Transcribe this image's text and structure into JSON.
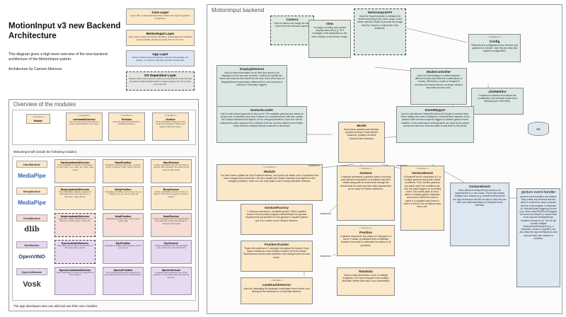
{
  "header": {
    "title": "MotionInput v3 new Backend Architecture",
    "desc": "This diagram gives a high-level overview of the new backend architecture of the MotionInput system.",
    "author": "Architecture by Carmen Meinson"
  },
  "legend": [
    {
      "title": "Core Layer",
      "desc": "Layer with no dependencies that contains the logic for gesture recognition.",
      "color": "#fbe8c8"
    },
    {
      "title": "MotionInput Layer",
      "desc": "Layer that contains all specific Modules, GestureEvents, Handlers and everything needed to setup and run the core.",
      "color": "#fbe8c8"
    },
    {
      "title": "App Layer",
      "desc": "Classes that the App developers using the MI package can replace or extend to add their specific functionality.",
      "color": "#dde7f3"
    },
    {
      "title": "OS Dependent Layer",
      "desc": "Classes with a hard system outline are dependent on the OS and should be replaced/edited when creating support for the system on a new OS.",
      "color": "#e5e5e5"
    }
  ],
  "overview": {
    "title": "Overview of the modules",
    "headers": [
      {
        "st": "<<interface>>",
        "name": "Module",
        "desc": ""
      },
      {
        "st": "<<interface>>",
        "name": "LandmarkDetector",
        "desc": "Uses an open-source ML library to detect landmarks from the frame."
      },
      {
        "st": "<<interface>>",
        "name": "Position",
        "desc": "Uses the detected landmarks to calculate primitives."
      },
      {
        "st": "<<interface>>",
        "name": "Gesture",
        "desc": "Stores all Position instances of the body part through the frames the Gesture has been active."
      }
    ],
    "includes": "MotionInput will include the following modules:",
    "rows": [
      {
        "module": "HandModule",
        "logo": "MediaPipe",
        "detector": "HandLandmarkDetector",
        "detector_desc": "Uses MediaPipe to detect 21 landmarks on each hand. (e.g. index_tip / pinky_base / wrist)",
        "position": "HandPosition",
        "position_desc": "Calculates primitives like index_pinched / thumb_stretched / palm_facing_camera",
        "gesture": "HandGesture",
        "gesture_desc": "Further calculations like the raw data of how far hand travelled / the speed of the hand in each frame"
      },
      {
        "module": "BodyModule",
        "logo": "MediaPipe",
        "detector": "BodyLandmarkDetector",
        "detector_desc": "Uses MediaPipe Holistic to detect 33 landmarks across the full body (e.g. left_knee / right_elbow)",
        "position": "BodyPosition",
        "position_desc": "Calculates primitives such as arm_left_up / walking_left_up / punch_right_up",
        "gesture": "BodyGesture",
        "gesture_desc": "Further calculations like the number of frames or the time the gesture has been held for"
      },
      {
        "module": "HeadModule",
        "logo": "dlib",
        "detector": "HeadLandmarkDetector",
        "detector_desc": "Uses Dlib to detect 68 landmarks on a face (e.g. mouth_upper / nose_tip)",
        "position": "HeadPosition",
        "position_desc": "Calculates primitives like mouth_open / eyes_close",
        "gesture": "HeadGesture",
        "gesture_desc": "Further calculations like the total distance the head has moved / the change of direction of the head"
      },
      {
        "module": "EyeModule",
        "logo": "OpenVINO",
        "detector": "EyeLandmarkDetector",
        "detector_desc": "Uses OpenVino to detect the direction of the gaze (gaze_vector)",
        "position": "EyePosition",
        "position_desc": "Calculates primitives such as gaze vector / eye_left_up",
        "gesture": "EyeGesture",
        "gesture_desc": "Further calculations like the averaged gaze of the user over last frames"
      },
      {
        "module": "SpeechModule",
        "logo": "Vosk",
        "detector": "SpeechLandmarkDetector",
        "detector_desc": "Uses Vosk library in order to recognize the user's speech",
        "position": "SpeechPosition",
        "position_desc": "From the detected speech searches for the particular phrases we are interested in.",
        "gesture": "SpeechGesture",
        "gesture_desc": "A gesture here represents one of the phrases or commands being just said by the user."
      }
    ],
    "footer": "The app developers also can add and use their own modules"
  },
  "backend": {
    "title": "MotionInput backend",
    "boxes": {
      "camera": {
        "st": "",
        "name": "Camera",
        "desc": "Used to retrieve the image for each frame from the selected camera."
      },
      "view": {
        "st": "",
        "name": "View",
        "desc": "In charge of adding any needed Display elements (e.g. ROI rectangle or the landmarks on the user's hands) to each frame image."
      },
      "miapi": {
        "st": "",
        "name": "MotionInputAPI",
        "desc": "Uses the ModeController to initialize the Model according to the user's setup. Each frame uses the Model to process the image from the Camera. Controls the View instances."
      },
      "config": {
        "st": "<<Singleton>>",
        "name": "Config",
        "desc": "Retrieves the configuration from the files and updates it is needed. Used by any class that requires configuration."
      },
      "modectl": {
        "st": "",
        "name": "ModeController",
        "desc": "Uses the EventMapper to switch between different modes (aka different combinations of events). Whenever a mode is changed it removes the events that are no longer needed and adds the new ones."
      },
      "display": {
        "st": "",
        "name": "DisplayElement",
        "desc": "Used to store information for an item that needs to be displayed on the user and contains a method to update the frame and draw the item itself into the view. Each child class of DisplayElement represents a different item, such as Area of Interest or Extremity Triggers."
      },
      "json": {
        "st": "",
        "name": "JSONEditor",
        "desc": "Provides an interface that allows the modification and retrieval of data from MotionInput's JSON files."
      },
      "db": {
        "name": "DB"
      },
      "gloader": {
        "st": "",
        "name": "GestureLoader",
        "desc": "Used to add desired gestures to the model. The available gestures are stored as simple sets of primitives and each Gesture for a specific frame. Will then update the Gesture factories that depend on the changed primitives. Each one can be instructed to add a gesture from a Module that has not been added to the Model. It also adds the needed Module instances to the Model."
      },
      "evmapper": {
        "st": "",
        "name": "EventMapper",
        "desc": "Used to add desired GestureEvents to the Model or remove them. When adding the event it initializes a GestureEvent instance of the desired class and also maps its triggers to desired gesture event handlers. It also determines what gestures are used by the added events and uses the GestureLoader to add them to the Model."
      },
      "model": {
        "st": "",
        "name": "Model",
        "desc": "Each frame updates each Module, updates all active GestureEvent instances, updates all active GestureEvent instances."
      },
      "module": {
        "st": "<<interface>>",
        "name": "Module",
        "desc": "For each frame updates all of its PositionTrackers, from which we obtain a set of primitives that have changed since last frame. We then update the Gesture factories that depend on the changed primitives. Each one can may obtain a set of newly activated Gestures."
      },
      "gesture": {
        "st": "<<interface>>",
        "name": "Gesture",
        "desc": "1 instance represents a specific state of the body part (derived combination of primitives and their states) along with its movements through the frames that the state has been held (represented as an array of Position instances)."
      },
      "gevent": {
        "st": "<<interface>>",
        "name": "GestureEvent",
        "desc": "A GestureEvent is comprised of 1 or multiple gestures along with further conditions. If the needed gestures are active and if the conditions are met, the class triggers an according event. The events state is set to active if needed gesture instances are present. While the event is active it is updated each frame in order to check if the conditions have been met."
      },
      "gfactory": {
        "st": "",
        "name": "GestureFactory",
        "desc": "1 instance represents 1 available gesture. When updated checks if the provided bodypart position/status the gesture requirements (all primitives of the gesture in required states) and if so creates a new Gesture instance."
      },
      "position": {
        "st": "<<interface>>",
        "name": "Position",
        "desc": "1 instance represents the shape of 1 bodypart in 1 frame. Position is initialized with a RawData instance from which it calculates the states of all primitives."
      },
      "ptracker": {
        "st": "",
        "name": "PositionTracker",
        "desc": "Tracks the positions of 1 bodypart throughout the frames. Each frame constructs a new Position instance from the frames RawData and checks what primitives had changed since the last frame."
      },
      "rawdata": {
        "st": "",
        "name": "RawData",
        "desc": "Class to store landmarks of one or multiple bodyparts. (For each bodypart it has multiple landmark names that map to xyz coordinates)"
      },
      "ldetector": {
        "st": "<<interface>>",
        "name": "LandmarkDetector",
        "desc": "Used for calculating the landmark coordinates from a frame, and storing all the landmarks in a RawData instance."
      },
      "geventbig": {
        "st": "",
        "name": "GestureEvent",
        "desc": "Each different GestureEvent needs to be implemented in a new Class. The kit will contain multiple such classes (e.g. IndexPinchEvent) but the app developers will also be able to add and use their own implementations of GestureEvents interface"
      },
      "handler": {
        "st": "",
        "name": "gesture event handler",
        "desc": "gesture event handlers are classes that contain the methods that are used to control the users computer the flow of kit program in response to GestureEvents triggering events (e.g. when IndexPinchEvent triggers an event can result in a mouse click it we map the DesktopMouse handlers function to it). The kit will contain multiple GestureEventHandlers (e.g. a keyboard, mouse or joystick), but also allow the app developers to add and use their own classes or methods."
      }
    },
    "edge_labels": {
      "instances": "instances"
    }
  }
}
